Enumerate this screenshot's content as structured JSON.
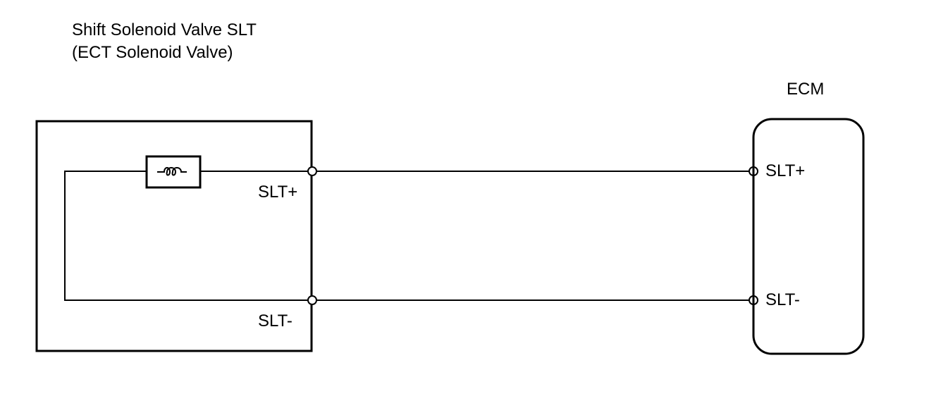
{
  "solenoid": {
    "title_line1": "Shift Solenoid Valve SLT",
    "title_line2": "(ECT Solenoid Valve)",
    "terminal_plus": "SLT+",
    "terminal_minus": "SLT-"
  },
  "ecm": {
    "title": "ECM",
    "terminal_plus": "SLT+",
    "terminal_minus": "SLT-"
  },
  "colors": {
    "line": "#000000",
    "background": "#ffffff"
  }
}
